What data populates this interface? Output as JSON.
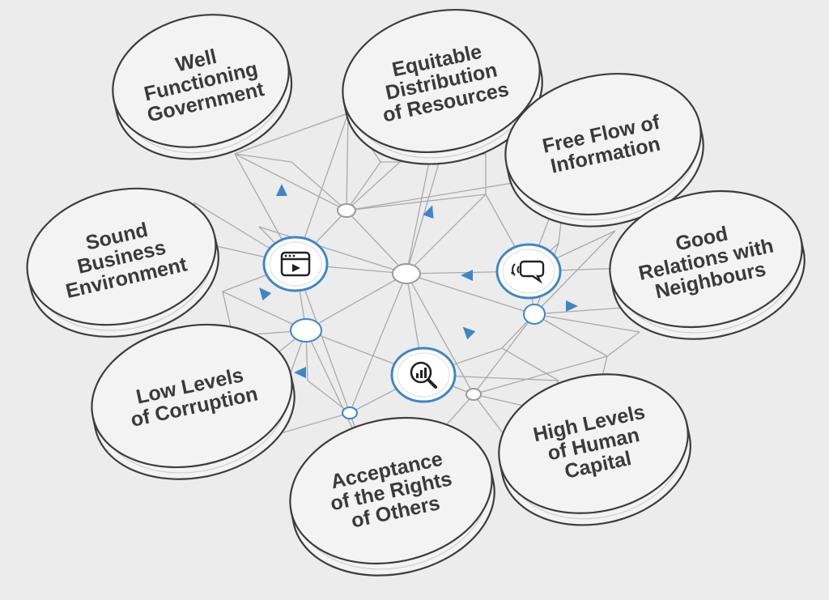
{
  "diagram": {
    "colors": {
      "background": "#ececec",
      "disc_fill": "#f3f3f3",
      "disc_stroke": "#3d3d3d",
      "network_line": "#aaaaaa",
      "accent": "#3e86c9",
      "text": "#3a3a3a"
    },
    "pillars": [
      {
        "id": "well-functioning-government",
        "lines": [
          "Well",
          "Functioning",
          "Government"
        ]
      },
      {
        "id": "equitable-distribution-of-resources",
        "lines": [
          "Equitable",
          "Distribution",
          "of Resources"
        ]
      },
      {
        "id": "free-flow-of-information",
        "lines": [
          "Free Flow of",
          "Information"
        ]
      },
      {
        "id": "good-relations-with-neighbours",
        "lines": [
          "Good",
          "Relations with",
          "Neighbours"
        ]
      },
      {
        "id": "high-levels-of-human-capital",
        "lines": [
          "High Levels",
          "of Human",
          "Capital"
        ]
      },
      {
        "id": "acceptance-of-the-rights-of-others",
        "lines": [
          "Acceptance",
          "of the Rights",
          "of Others"
        ]
      },
      {
        "id": "low-levels-of-corruption",
        "lines": [
          "Low Levels",
          "of Corruption"
        ]
      },
      {
        "id": "sound-business-environment",
        "lines": [
          "Sound",
          "Business",
          "Environment"
        ]
      }
    ],
    "hub_icons": [
      "video-player-icon",
      "chat-bubbles-icon",
      "magnifier-chart-icon"
    ]
  }
}
